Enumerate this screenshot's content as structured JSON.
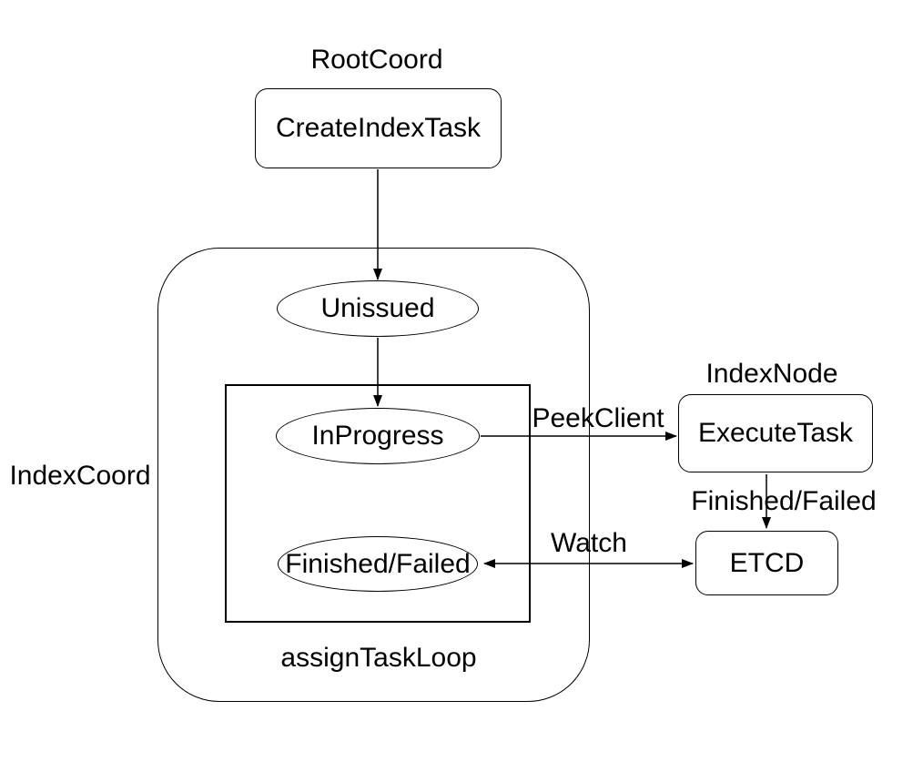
{
  "diagram": {
    "background": "#ffffff",
    "stroke_color": "#000000",
    "text_color": "#000000",
    "groups": {
      "root_coord": {
        "label": "RootCoord"
      },
      "index_coord": {
        "label": "IndexCoord"
      },
      "index_node": {
        "label": "IndexNode"
      },
      "assign_task_loop": {
        "label": "assignTaskLoop"
      }
    },
    "nodes": {
      "create_index_task": {
        "label": "CreateIndexTask",
        "shape": "rounded-rect"
      },
      "unissued": {
        "label": "Unissued",
        "shape": "ellipse"
      },
      "in_progress": {
        "label": "InProgress",
        "shape": "ellipse"
      },
      "finished_failed": {
        "label": "Finished/Failed",
        "shape": "ellipse"
      },
      "execute_task": {
        "label": "ExecuteTask",
        "shape": "rounded-rect"
      },
      "etcd": {
        "label": "ETCD",
        "shape": "rounded-rect"
      }
    },
    "edges": {
      "create_index_task_to_unissued": {
        "label": "",
        "direction": "down"
      },
      "unissued_to_in_progress": {
        "label": "",
        "direction": "down"
      },
      "in_progress_to_execute_task": {
        "label": "PeekClient",
        "direction": "right"
      },
      "execute_task_to_etcd": {
        "label": "Finished/Failed",
        "direction": "down"
      },
      "finished_failed_to_etcd": {
        "label": "Watch",
        "direction": "both"
      }
    }
  }
}
